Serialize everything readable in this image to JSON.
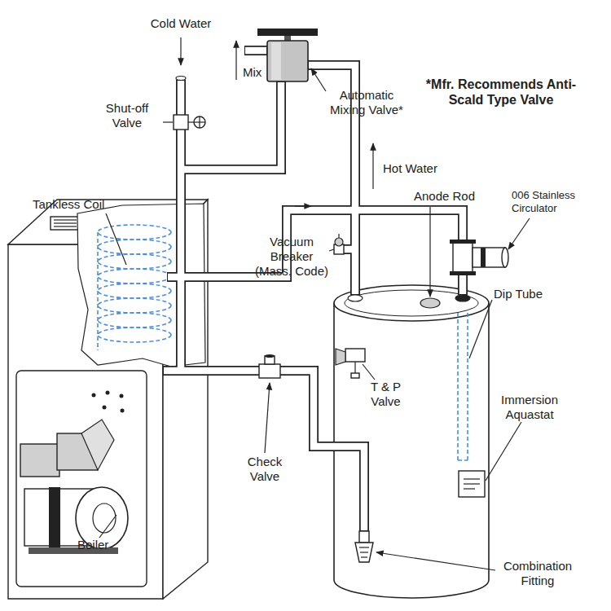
{
  "diagram": {
    "labels": [
      "Cold Water",
      "Mix",
      "Automatic Mixing Valve*",
      "*Mfr. Recommends Anti-Scald Type Valve",
      "Shut-off Valve",
      "Hot Water",
      "Tankless Coil",
      "Anode Rod",
      "006 Stainless Circulator",
      "Vacuum Breaker (Mass. Code)",
      "Dip Tube",
      "T & P Valve",
      "Immersion Aquastat",
      "Check Valve",
      "Boiler",
      "Combination Fitting"
    ]
  }
}
